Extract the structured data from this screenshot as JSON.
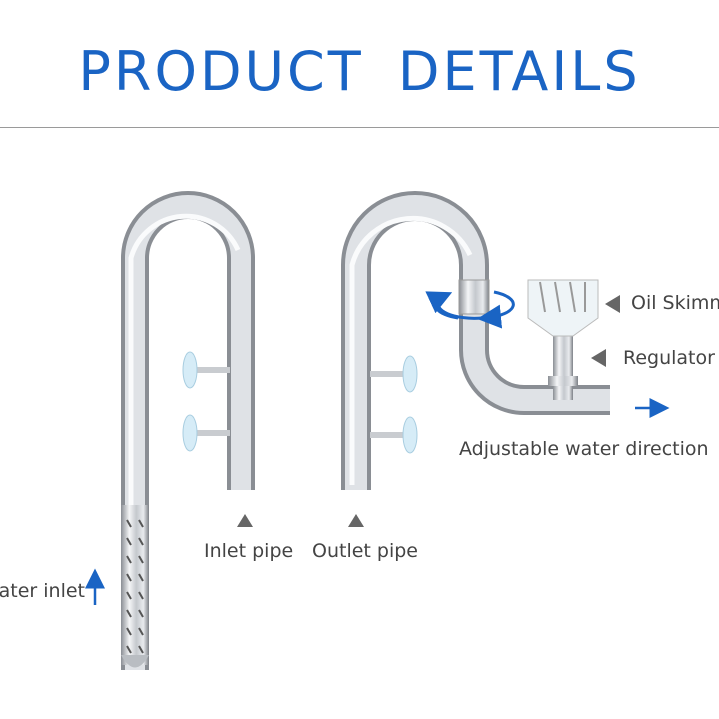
{
  "header": {
    "title": "PRODUCT  DETAILS"
  },
  "labels": {
    "inlet_pipe": "Inlet pipe",
    "outlet_pipe": "Outlet pipe",
    "water_inlet": "Water inlet",
    "oil_skimmer": "Oil Skimm",
    "regulator": "Regulator",
    "adjustable": "Adjustable water direction"
  },
  "colors": {
    "title": "#1a64c4",
    "arrow": "#1a64c4",
    "pointer": "#555555"
  }
}
